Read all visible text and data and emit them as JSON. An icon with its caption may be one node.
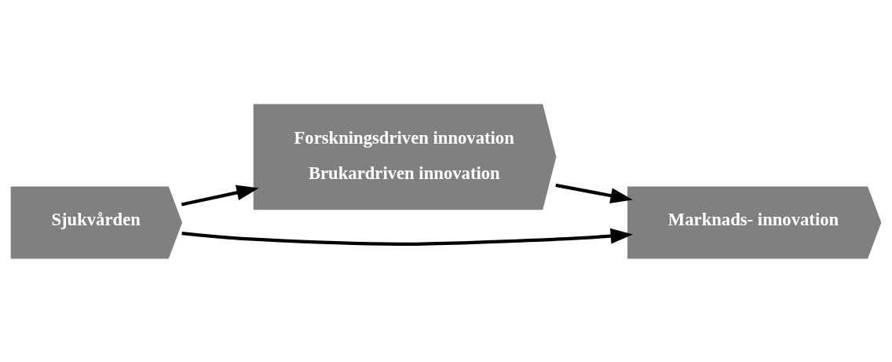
{
  "diagram": {
    "nodes": [
      {
        "text": [
          "Forskningsdriven innovation",
          "Brukardriven innovation"
        ]
      },
      {
        "text": [
          "Sjukvården"
        ]
      },
      {
        "text": [
          "Marknads- innovation"
        ]
      }
    ],
    "edges": [
      {
        "from": 0,
        "to": 2,
        "arrow": "to"
      },
      {
        "from": 1,
        "to": 0,
        "arrow": "to"
      },
      {
        "from": 1,
        "to": 2,
        "arrow": "to"
      }
    ]
  }
}
